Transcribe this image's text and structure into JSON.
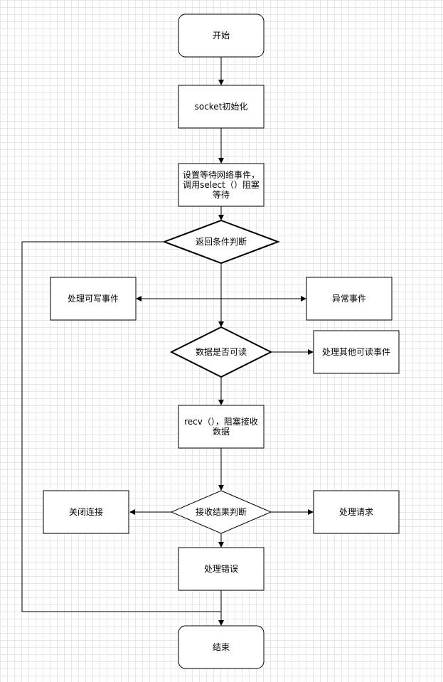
{
  "colors": {
    "stroke": "#000000",
    "fill": "#ffffff",
    "grid": "#e6e6e6"
  },
  "nodes": {
    "start": "开始",
    "socket_init": "socket初始化",
    "set_wait": "设置等待网络事件，调用select（）阻塞等待",
    "return_check": "返回条件判断",
    "handle_writable": "处理可写事件",
    "exception": "异常事件",
    "data_readable": "数据是否可读",
    "other_readable": "处理其他可读事件",
    "recv": "recv（），阻塞接收数据",
    "recv_result": "接收结果判断",
    "close_conn": "关闭连接",
    "handle_request": "处理请求",
    "handle_error": "处理错误",
    "end": "结束"
  }
}
